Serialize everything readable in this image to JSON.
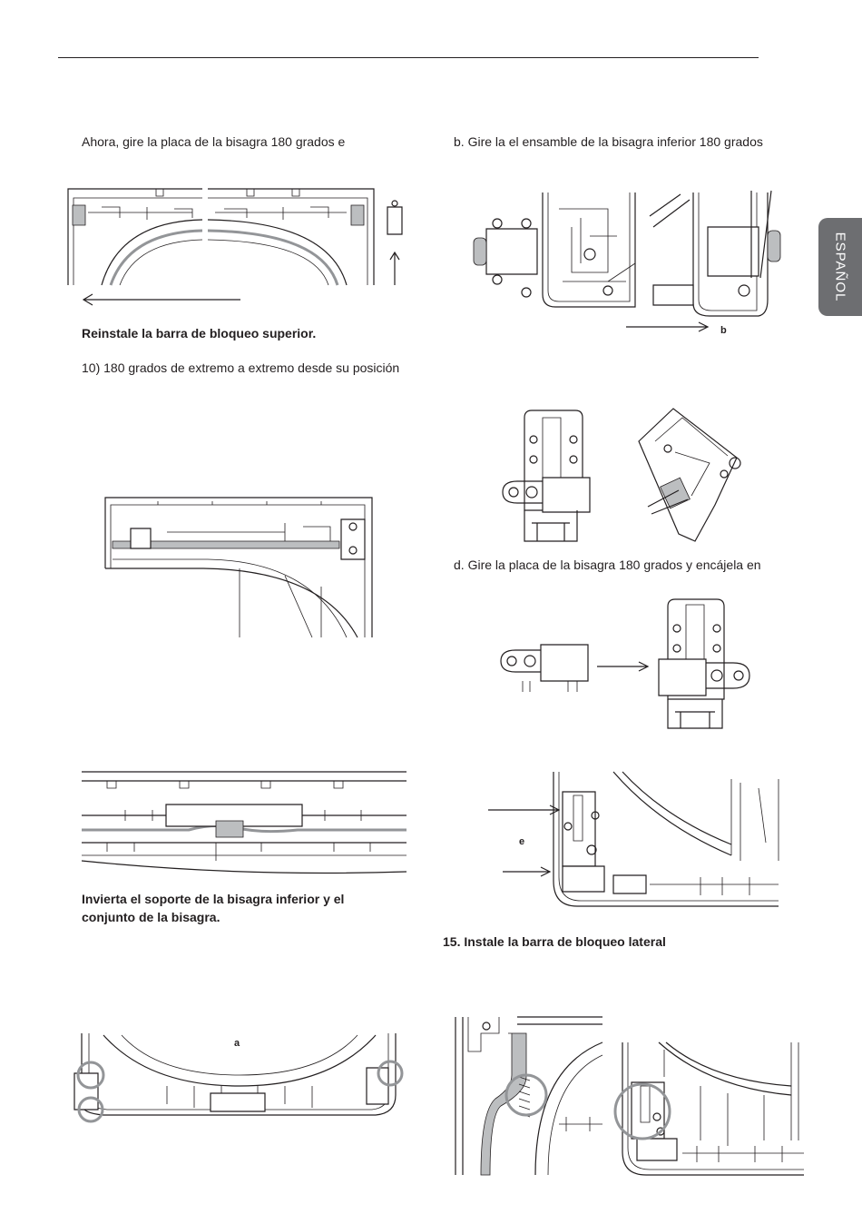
{
  "page": {
    "language_tab": "ESPAÑOL"
  },
  "text": {
    "step_rotate_plate": "Ahora, gire la placa de la bisagra 180 grados e",
    "reinstall_top_bar": "Reinstale la barra de bloqueo superior.",
    "step_10": "10) 180 grados de extremo a extremo desde su posición",
    "invert_support_line1": "Invierta el soporte de la bisagra inferior y el",
    "invert_support_line2": "conjunto de la bisagra.",
    "step_b": "b. Gire la el ensamble de la bisagra inferior 180 grados",
    "step_d": "d. Gire la placa de la bisagra 180 grados y encájela en",
    "step_15": "15. Instale la barra de bloqueo lateral"
  },
  "labels": {
    "b": "b",
    "e": "e",
    "a": "a"
  }
}
